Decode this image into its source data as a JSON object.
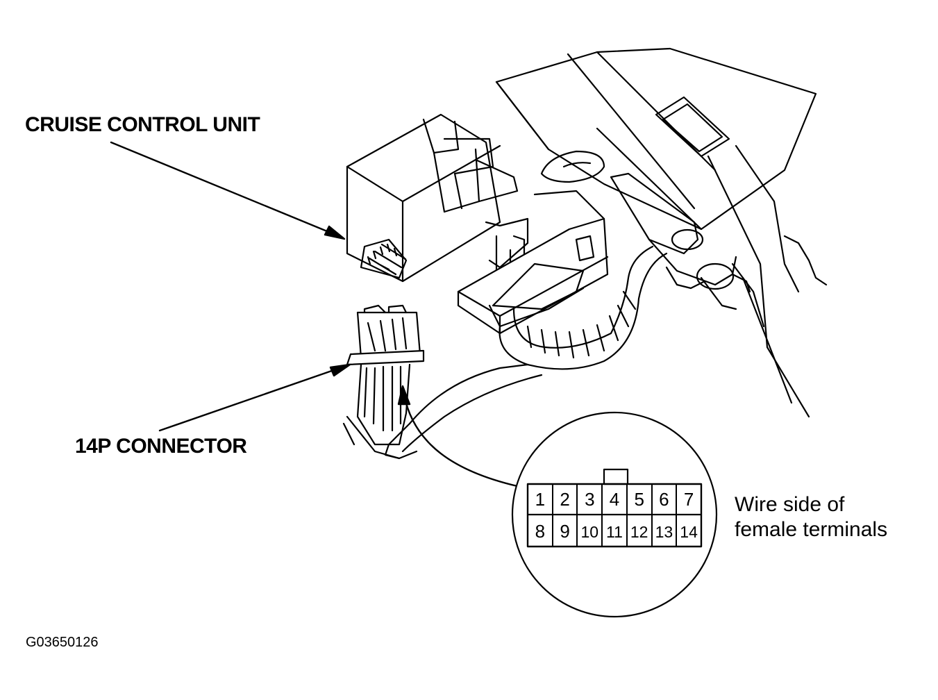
{
  "labels": {
    "cruise_control_unit": "CRUISE CONTROL UNIT",
    "connector_14p": "14P CONNECTOR",
    "wire_side_line1": "Wire side of",
    "wire_side_line2": "female terminals",
    "figure_id": "G03650126"
  },
  "terminals": {
    "top_row": [
      "1",
      "2",
      "3",
      "4",
      "5",
      "6",
      "7"
    ],
    "bottom_row": [
      "8",
      "9",
      "10",
      "11",
      "12",
      "13",
      "14"
    ]
  },
  "colors": {
    "ink": "#000000",
    "paper": "#ffffff"
  }
}
